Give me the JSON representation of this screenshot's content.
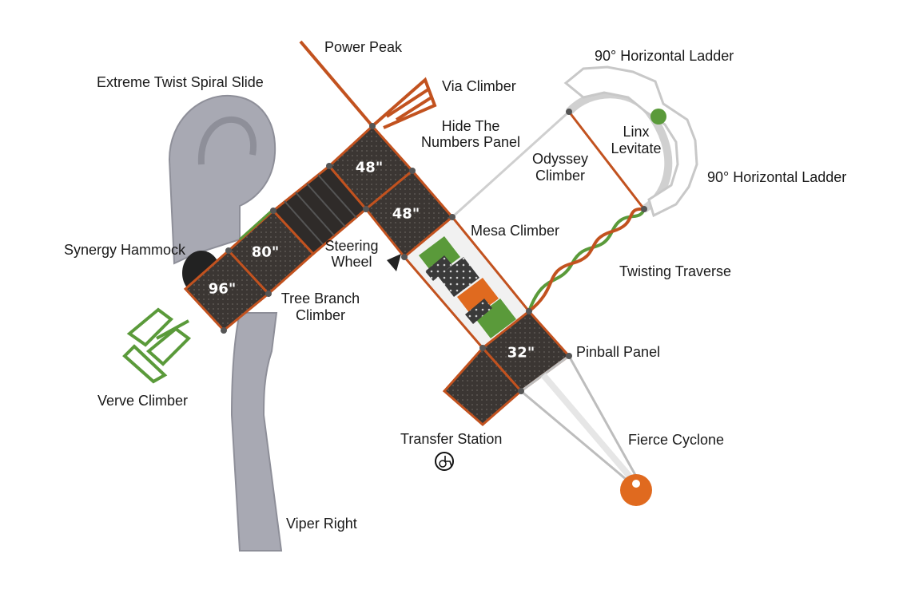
{
  "labels": {
    "power_peak": "Power Peak",
    "via_climber": "Via Climber",
    "extreme_twist": "Extreme Twist Spiral Slide",
    "horizontal_ladder_top": "90° Horizontal Ladder",
    "horizontal_ladder_right": "90° Horizontal Ladder",
    "hide_numbers_1": "Hide The",
    "hide_numbers_2": "Numbers Panel",
    "linx_1": "Linx",
    "linx_2": "Levitate",
    "odyssey_1": "Odyssey",
    "odyssey_2": "Climber",
    "mesa_climber": "Mesa Climber",
    "synergy_hammock": "Synergy Hammock",
    "steering_1": "Steering",
    "steering_2": "Wheel",
    "twisting_traverse": "Twisting Traverse",
    "tree_branch_1": "Tree Branch",
    "tree_branch_2": "Climber",
    "pinball_panel": "Pinball Panel",
    "verve_climber": "Verve Climber",
    "transfer_station": "Transfer Station",
    "fierce_cyclone": "Fierce Cyclone",
    "viper_right": "Viper Right"
  },
  "deck_heights": {
    "d96": "96\"",
    "d80": "80\"",
    "d48a": "48\"",
    "d48b": "48\"",
    "d32": "32\""
  },
  "icons": [
    "wheelchair-accessible-icon"
  ],
  "colors": {
    "deck": "#3b3633",
    "deck_edge": "#c2521f",
    "slide": "#a8a9b3",
    "green": "#5a9a3a",
    "orange": "#e06a1f",
    "steel": "#d9d9d9"
  }
}
